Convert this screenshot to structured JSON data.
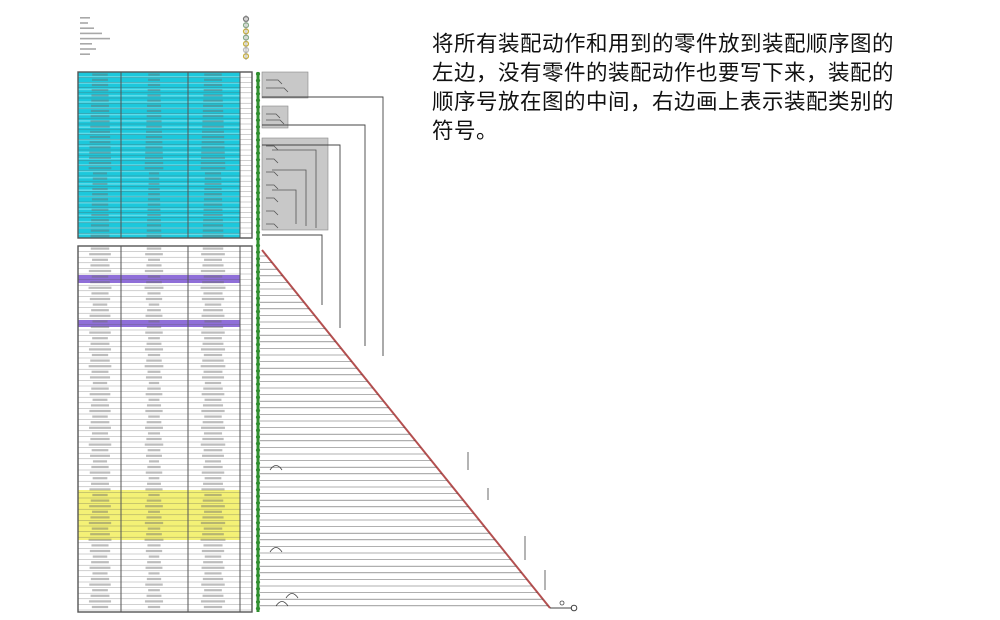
{
  "caption": "将所有装配动作和用到的零件放到装配顺序图的左边，没有零件的装配动作也要写下来，装配的顺序号放在图的中间，右边画上表示装配类别的符号。",
  "colors": {
    "table_border": "#555555",
    "cyan_band": "#1cc8dc",
    "cyan_band_alt": "#7ae2ee",
    "violet_band": "#8f6fd8",
    "yellow_band": "#f4f176",
    "spine": "#2f8f2f",
    "node": "#2f8f2f",
    "diagonal": "#b55050",
    "gray_box": "#c8c8c8",
    "flow_line": "#444444"
  },
  "legend_icons": [
    "circle-symbol",
    "circle-symbol",
    "circle-symbol",
    "circle-symbol",
    "circle-symbol",
    "circle-symbol",
    "circle-symbol"
  ]
}
